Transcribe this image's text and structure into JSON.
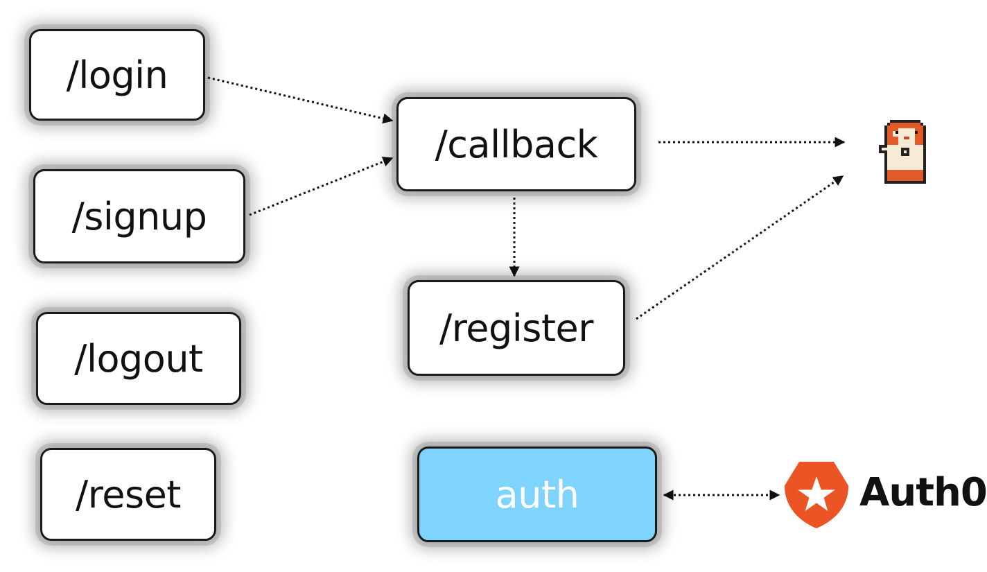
{
  "routes": {
    "login": "/login",
    "signup": "/signup",
    "logout": "/logout",
    "reset": "/reset",
    "callback": "/callback",
    "register": "/register"
  },
  "auth_module": {
    "label": "auth",
    "color": "#7fd4fd"
  },
  "provider": {
    "name": "Auth0",
    "color": "#eb5424",
    "icon": "auth0-shield-star-icon"
  },
  "app_icon": "hamster-mascot-icon"
}
